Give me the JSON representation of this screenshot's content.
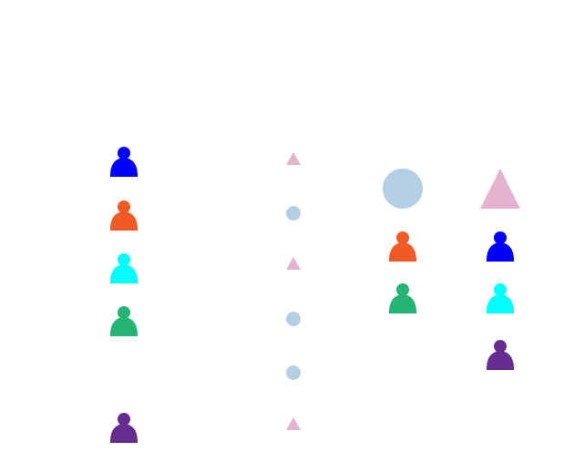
{
  "colors": {
    "blue": "#0000ff",
    "orange": "#f15a24",
    "cyan": "#00ffff",
    "green": "#22b573",
    "purple": "#662d91",
    "light_blue": "#b4cfe4",
    "pink": "#e3b3cf"
  },
  "icons": [
    "person-icon",
    "circle-icon",
    "triangle-icon"
  ],
  "columns": [
    {
      "name": "left-column",
      "items": [
        {
          "icon": "person-icon",
          "color": "blue"
        },
        {
          "icon": "person-icon",
          "color": "orange"
        },
        {
          "icon": "person-icon",
          "color": "cyan"
        },
        {
          "icon": "person-icon",
          "color": "green"
        },
        {
          "icon": "person-icon",
          "color": "purple"
        }
      ]
    },
    {
      "name": "middle-column",
      "items": [
        {
          "icon": "triangle-icon",
          "color": "pink"
        },
        {
          "icon": "circle-icon",
          "color": "light_blue"
        },
        {
          "icon": "triangle-icon",
          "color": "pink"
        },
        {
          "icon": "circle-icon",
          "color": "light_blue"
        },
        {
          "icon": "circle-icon",
          "color": "light_blue"
        },
        {
          "icon": "triangle-icon",
          "color": "pink"
        }
      ]
    },
    {
      "name": "group-a",
      "header": {
        "icon": "circle-icon",
        "color": "light_blue"
      },
      "items": [
        {
          "icon": "person-icon",
          "color": "orange"
        },
        {
          "icon": "person-icon",
          "color": "green"
        }
      ]
    },
    {
      "name": "group-b",
      "header": {
        "icon": "triangle-icon",
        "color": "pink"
      },
      "items": [
        {
          "icon": "person-icon",
          "color": "blue"
        },
        {
          "icon": "person-icon",
          "color": "cyan"
        },
        {
          "icon": "person-icon",
          "color": "purple"
        }
      ]
    }
  ]
}
